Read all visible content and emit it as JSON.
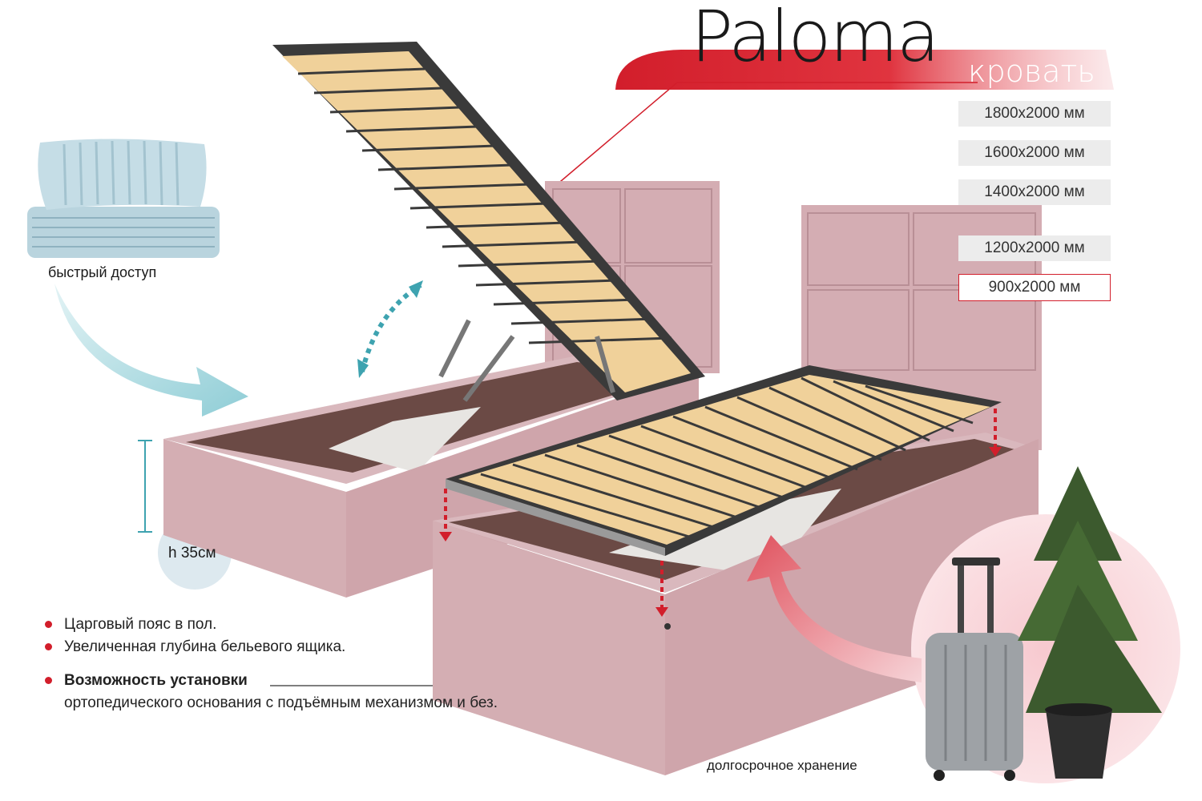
{
  "product": {
    "name": "Paloma",
    "type_label": "кровать"
  },
  "sizes": [
    {
      "label": "1800x2000 мм",
      "selected": false
    },
    {
      "label": "1600x2000 мм",
      "selected": false
    },
    {
      "label": "1400x2000 мм",
      "selected": false
    },
    {
      "label": "1200x2000 мм",
      "selected": false
    },
    {
      "label": "900x2000 мм",
      "selected": true
    }
  ],
  "labels": {
    "quick_access": "быстрый доступ",
    "height": "h 35см",
    "long_storage": "долгосрочное хранение"
  },
  "features": [
    {
      "text": "Царговый пояс в пол."
    },
    {
      "text": "Увеличенная глубина бельевого ящика."
    },
    {
      "text": "Возможность установки",
      "continuation": "ортопедического основания с подъёмным механизмом и без."
    }
  ],
  "colors": {
    "accent": "#d21e2b",
    "upholstery": "#d8b3b8",
    "teal_arrow": "#3ea3b0"
  }
}
